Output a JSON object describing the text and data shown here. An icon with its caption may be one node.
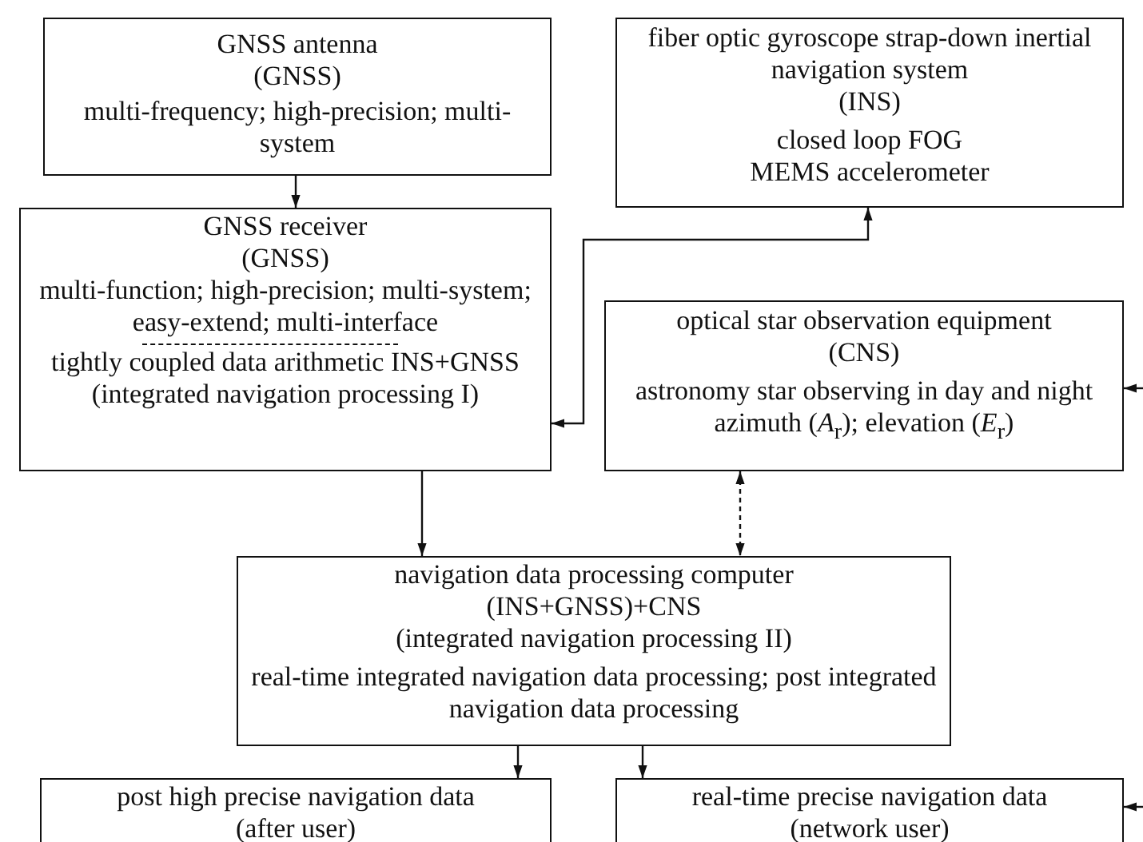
{
  "diagram": {
    "nodes": [
      {
        "text": [
          "GNSS antenna",
          "(GNSS)",
          "multi-frequency; high-precision; multi-system"
        ]
      },
      {
        "text": [
          "fiber optic gyroscope strap-down inertial navigation system",
          "(INS)",
          "closed loop FOG",
          "MEMS accelerometer"
        ]
      },
      {
        "text": [
          "GNSS receiver",
          "(GNSS)",
          "multi-function; high-precision; multi-system;",
          "easy-extend; multi-interface",
          "tightly coupled data arithmetic INS+GNSS",
          "(integrated navigation processing I)"
        ]
      },
      {
        "text": [
          "optical star observation equipment",
          "(CNS)",
          "astronomy star observing in day and night",
          "azimuth (*A*$_{r}$); elevation (*E*$_{r}$)"
        ]
      },
      {
        "text": [
          "navigation data processing computer",
          "(INS+GNSS)+CNS",
          "(integrated navigation processing II)",
          "real-time integrated navigation data processing; post integrated navigation data processing"
        ]
      },
      {
        "text": [
          "post high precise navigation data",
          "(after user)"
        ]
      },
      {
        "text": [
          "real-time precise navigation data",
          "(network user)"
        ]
      }
    ],
    "edges": [
      {
        "from": 0,
        "to": 2,
        "arrow": "to"
      },
      {
        "from": 2,
        "to": 1,
        "arrow": "both"
      },
      {
        "from": 2,
        "to": 4,
        "arrow": "to"
      },
      {
        "from": 3,
        "to": 4,
        "arrow": "both",
        "style": "dashed"
      },
      {
        "from": 4,
        "to": 5,
        "arrow": "to"
      },
      {
        "from": 4,
        "to": 6,
        "arrow": "to"
      },
      {
        "from": null,
        "to": 3,
        "arrow": "to"
      },
      {
        "from": null,
        "to": 6,
        "arrow": "to"
      }
    ]
  }
}
